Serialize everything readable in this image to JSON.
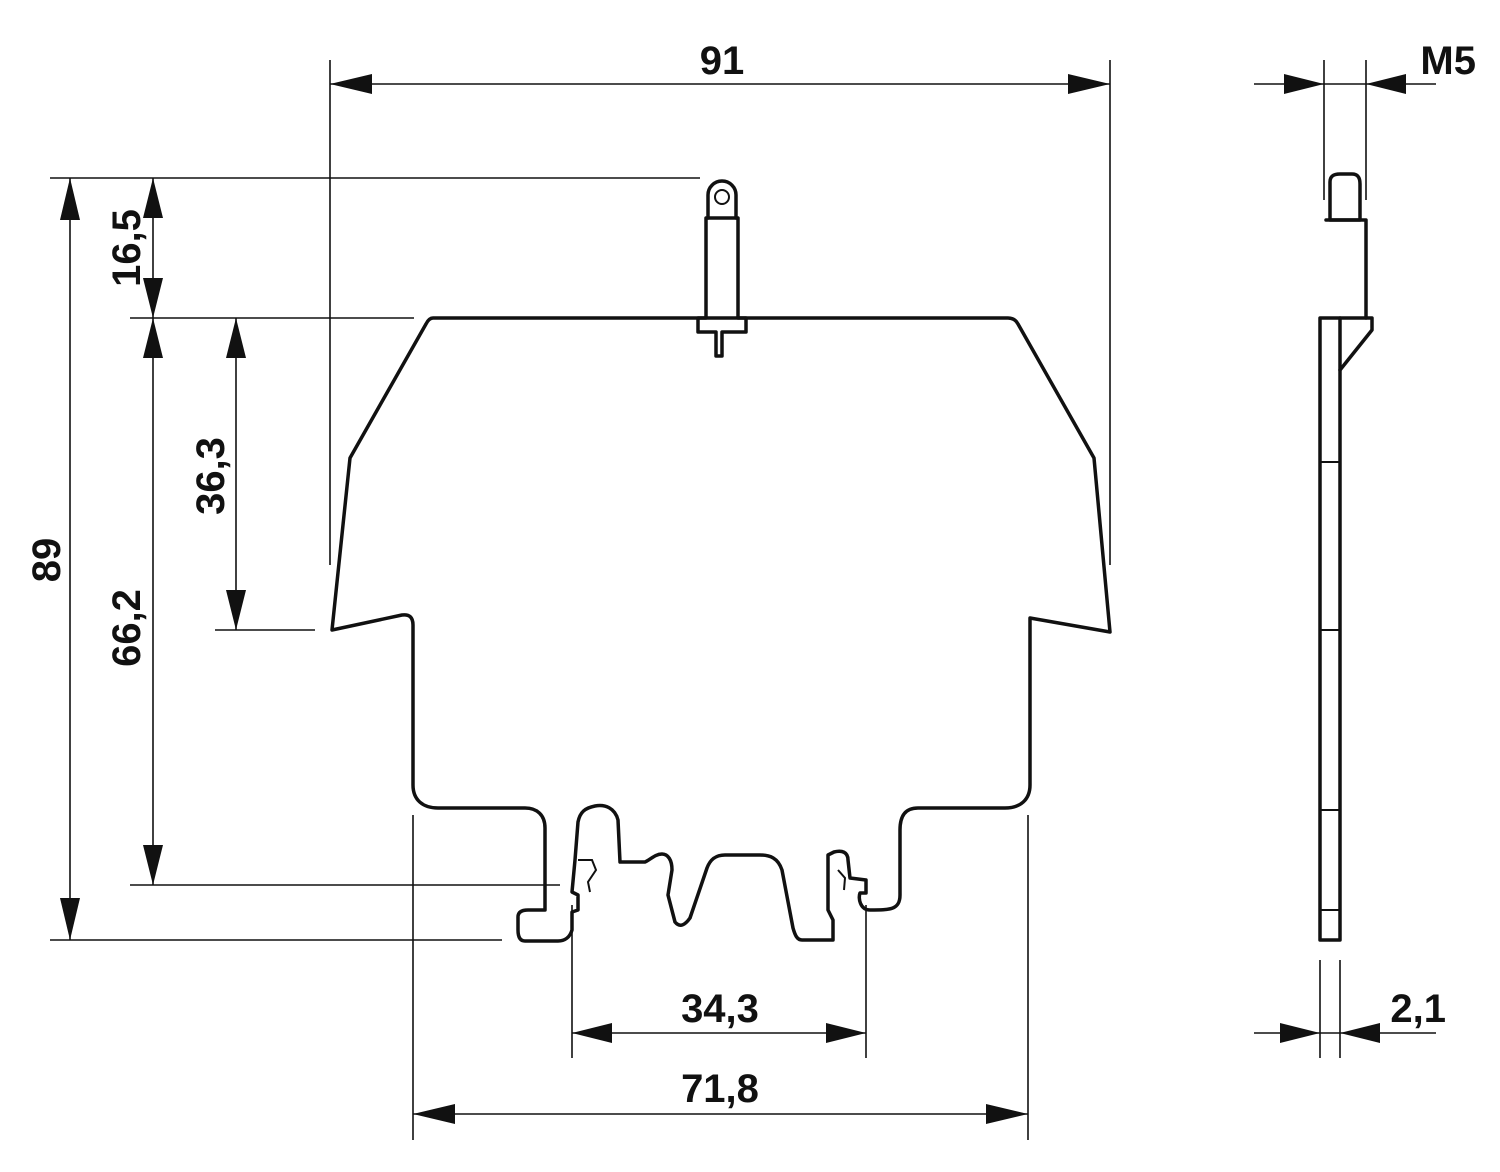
{
  "drawing": {
    "dimensions": {
      "overall_width": "91",
      "overall_height": "89",
      "pin_height": "16,5",
      "upper_section_height": "36,3",
      "body_height": "66,2",
      "rail_inner_width": "34,3",
      "base_width": "71,8",
      "thread": "M5",
      "thickness": "2,1"
    }
  }
}
